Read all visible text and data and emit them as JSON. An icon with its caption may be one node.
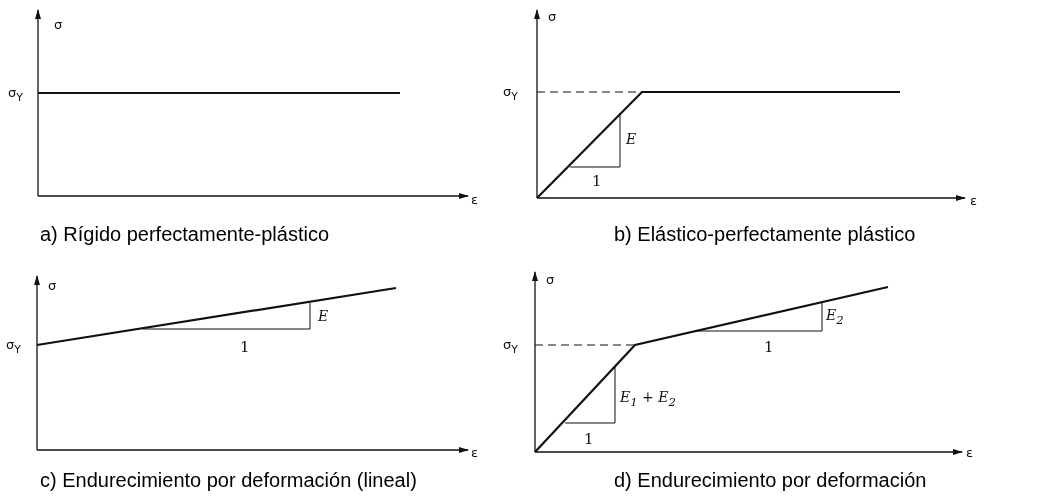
{
  "diagram": {
    "labels": [
      "σ",
      "σ$_{Y}$",
      "ε",
      "a)  Rígido perfectamente-plástico",
      "σ",
      "σ$_{Y}$",
      "E",
      "1",
      "ε",
      "b) Elástico-perfectamente plástico",
      "σ",
      "E",
      "σ$_{Y}$",
      "1",
      "ε",
      "c)  Endurecimiento por deformación (lineal)",
      "σ",
      "E$_{2}$",
      "σ$_{Y}$",
      "1",
      "E$_{1}$ + E$_{2}$",
      "1",
      "ε",
      "d) Endurecimiento por deformación"
    ]
  }
}
